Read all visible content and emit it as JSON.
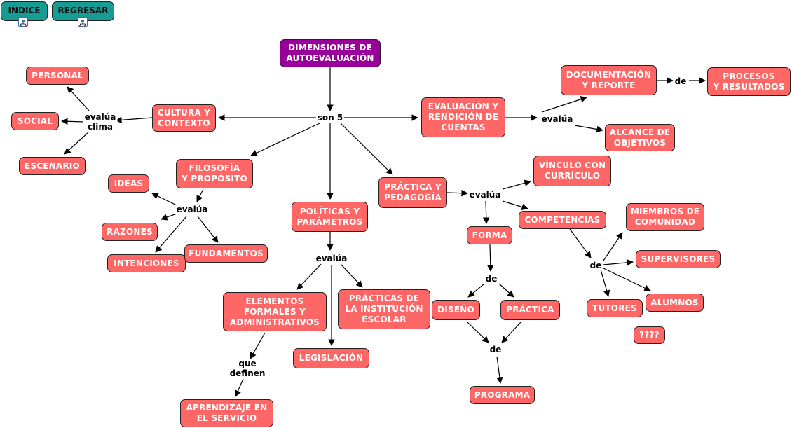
{
  "navigation": {
    "index_label": "INDICE",
    "back_label": "REGRESAR",
    "icon": "concept-map-icon"
  },
  "map": {
    "root": "DIMENSIONES DE\nAUTOEVALUACIÓN",
    "colors": {
      "root": "#990099",
      "concept": "#ff6666",
      "nav": "#169c93",
      "text": "#ffffff"
    },
    "concepts": {
      "cultura": "CULTURA Y\nCONTEXTO",
      "personal": "PERSONAL",
      "social": "SOCIAL",
      "escenario": "ESCENARIO",
      "filosofia": "FILOSOFÍA\nY PROPÓSITO",
      "ideas": "IDEAS",
      "razones": "RAZONES",
      "intenciones": "INTENCIONES",
      "fundamentos": "FUNDAMENTOS",
      "politicas": "POLÍTICAS Y\nPARÁMETROS",
      "elementos": "ELEMENTOS\nFORMALES Y\nADMINISTRATIVOS",
      "practicas_inst": "PRÁCTICAS DE\nLA INSTITUCIÓN\nESCOLAR",
      "legislacion": "LEGISLACIÓN",
      "aprendizaje": "APRENDIZAJE EN\nEL SERVICIO",
      "practica_ped": "PRÁCTICA Y\nPEDAGOGÍA",
      "vinculo": "VÍNCULO CON\nCURRÍCULO",
      "competencias": "COMPETENCIAS",
      "forma": "FORMA",
      "diseno": "DISEÑO",
      "practica": "PRÁCTICA",
      "programa": "PROGRAMA",
      "miembros": "MIEMBROS DE\nCOMUNIDAD",
      "supervisores": "SUPERVISORES",
      "tutores": "TUTORES",
      "alumnos": "ALUMNOS",
      "unknown": "????",
      "evaluacion": "EVALUACIÓN Y\nRENDICIÓN DE\nCUENTAS",
      "documentacion": "DOCUMENTACIÓN\nY REPORTE",
      "procesos": "PROCESOS\nY RESULTADOS",
      "alcance": "ALCANCE DE\nOBJETIVOS"
    },
    "linking_phrases": {
      "son5": "son 5",
      "evalua_clima": "evalúa\nclima",
      "evalua_filo": "evalúa",
      "evalua_pol": "evalúa",
      "que_definen": "que\ndefinen",
      "evalua_prac": "evalúa",
      "de_forma": "de",
      "de_programa": "de",
      "de_comp": "de",
      "evalua_eval": "evalúa",
      "de_doc": "de"
    }
  }
}
